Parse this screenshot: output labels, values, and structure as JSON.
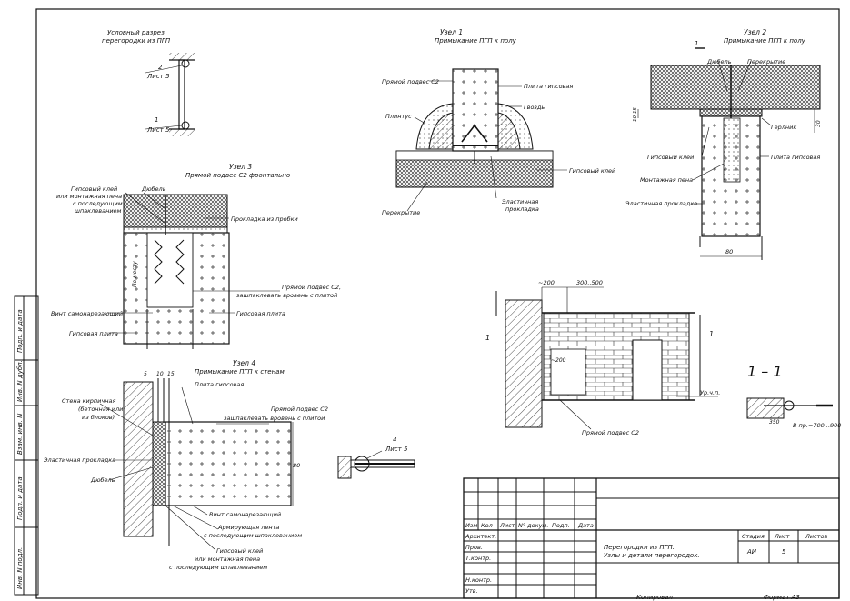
{
  "sheet": {
    "side_stamp": [
      "Подп. и дата",
      "Инв. N дубл.",
      "Взам. инв. N",
      "Подп. и дата",
      "Инв. N подл."
    ],
    "section_caption": [
      "Условный разрез",
      "перегородки из ПГП"
    ],
    "mark_2": "2",
    "mark_1": "1",
    "sheet_ref": "Лист 5",
    "section_title": "1 – 1",
    "copy_label": "Копировал",
    "format_label": "Формат А3"
  },
  "node1": {
    "title": "Узел 1",
    "subtitle": "Примыкание ПГП к полу",
    "labels": {
      "hanger": "Прямой подвес С2",
      "gypsum_plate": "Плита гипсовая",
      "nail": "Гвоздь",
      "plinth": "Плинтус",
      "glue": "Гипсовый клей",
      "slab": "Перекрытие",
      "elastic": [
        "Эластичная",
        "прокладка"
      ]
    }
  },
  "node2": {
    "title": "Узел 2",
    "subtitle": "Примыкание ПГП к полу",
    "mark": "1",
    "labels": {
      "dowel": "Дюбель",
      "slab": "Перекрытие",
      "sealant": "Герлник",
      "glue": "Гипсовый клей",
      "foam": "Монтажная пена",
      "gypsum_plate": "Плита гипсовая",
      "elastic": "Эластичная прокладка"
    },
    "dims": {
      "top": "10-15",
      "side": "30",
      "width": "80"
    }
  },
  "node3": {
    "title": "Узел 3",
    "subtitle": "Прямой подвес С2 фронтально",
    "labels": {
      "glue": [
        "Гипсовый клей",
        "или монтажная пена",
        "с последующим",
        "шпаклеванием"
      ],
      "dowel": "Дюбель",
      "cork": "Прокладка из пробки",
      "hanger": [
        "Прямой подвес С2,",
        "зашпаклевать вровень с плитой"
      ],
      "screw": "Винт самонарезающий",
      "gypsum_plate_right": "Гипсовая плита",
      "gypsum_plate_left": "Гипсовая плита",
      "on_place": "По месту"
    }
  },
  "node4": {
    "title": "Узел 4",
    "subtitle": "Примыкание ПГП к стенам",
    "labels": {
      "gypsum_plate": "Плита гипсовая",
      "wall": [
        "Стена кирпичная",
        "(бетонная или",
        "из блоков)"
      ],
      "hanger": [
        "Прямой подвес С2",
        "зашпаклевать вровень с плитой"
      ],
      "elastic": "Эластичная прокладка",
      "dowel": "Дюбель",
      "screw": "Винт самонарезающий",
      "tape": [
        "Армирующая лента",
        "с последующим шпаклеванием"
      ],
      "glue": [
        "Гипсовый клей",
        "или монтажная пена",
        "с последующим шпаклеванием"
      ]
    },
    "dims": {
      "d1": "5",
      "d2": "10",
      "d3": "15",
      "height": "80"
    },
    "mark": "4",
    "sheet_ref": "Лист 5"
  },
  "elevation": {
    "dims": {
      "left": "~200",
      "right": "300..500",
      "inner": "~200"
    },
    "mark": "1",
    "floor": "Ур.ч.п.",
    "hanger": "Прямой подвес С2",
    "small_dim": "350",
    "spacing": "В пр.=700...900"
  },
  "title_block": {
    "headers": [
      "Изм",
      "Кол",
      "Лист",
      "N° докум.",
      "Подп.",
      "Дата"
    ],
    "roles": [
      "Архитект.",
      "Пров.",
      "Т.контр.",
      "",
      "Н.контр.",
      "Утв."
    ],
    "stage_header": "Стадия",
    "sheet_header": "Лист",
    "sheets_header": "Листов",
    "stage": "АИ",
    "sheet_no": "5",
    "sheets_total": "",
    "title_line1": "Перегородки из ПГП.",
    "title_line2": "Узлы и детали перегородок."
  }
}
